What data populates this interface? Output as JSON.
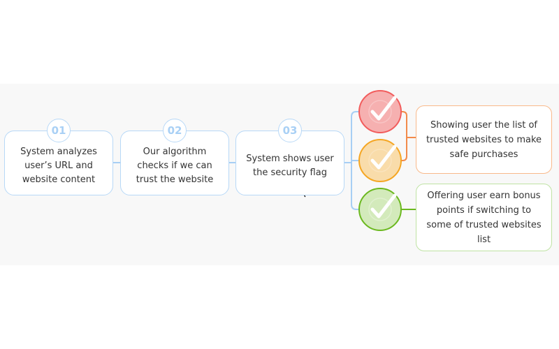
{
  "steps": [
    {
      "number": "01",
      "text": "System analyzes user’s URL and website content"
    },
    {
      "number": "02",
      "text": "Our algorithm checks if we can trust the website"
    },
    {
      "number": "03",
      "text": "System shows user the security flag"
    }
  ],
  "outcomes": [
    {
      "text": "Showing user the list of trusted websites to make safe purchases"
    },
    {
      "text": "Offering user earn bonus points if switching to some of trusted websites list"
    }
  ],
  "flags": [
    {
      "name": "check-icon-red",
      "color": "#f25c5c",
      "fill": "#f6b0b0"
    },
    {
      "name": "check-icon-orange",
      "color": "#f5a623",
      "fill": "#f9dcaa"
    },
    {
      "name": "check-icon-green",
      "color": "#6bb81f",
      "fill": "#d3eabb"
    }
  ],
  "colors": {
    "step_border": "#b7d8f7",
    "connector": "#a7cff4",
    "orange_line": "#f28a4a",
    "green_line": "#6bb81f"
  }
}
